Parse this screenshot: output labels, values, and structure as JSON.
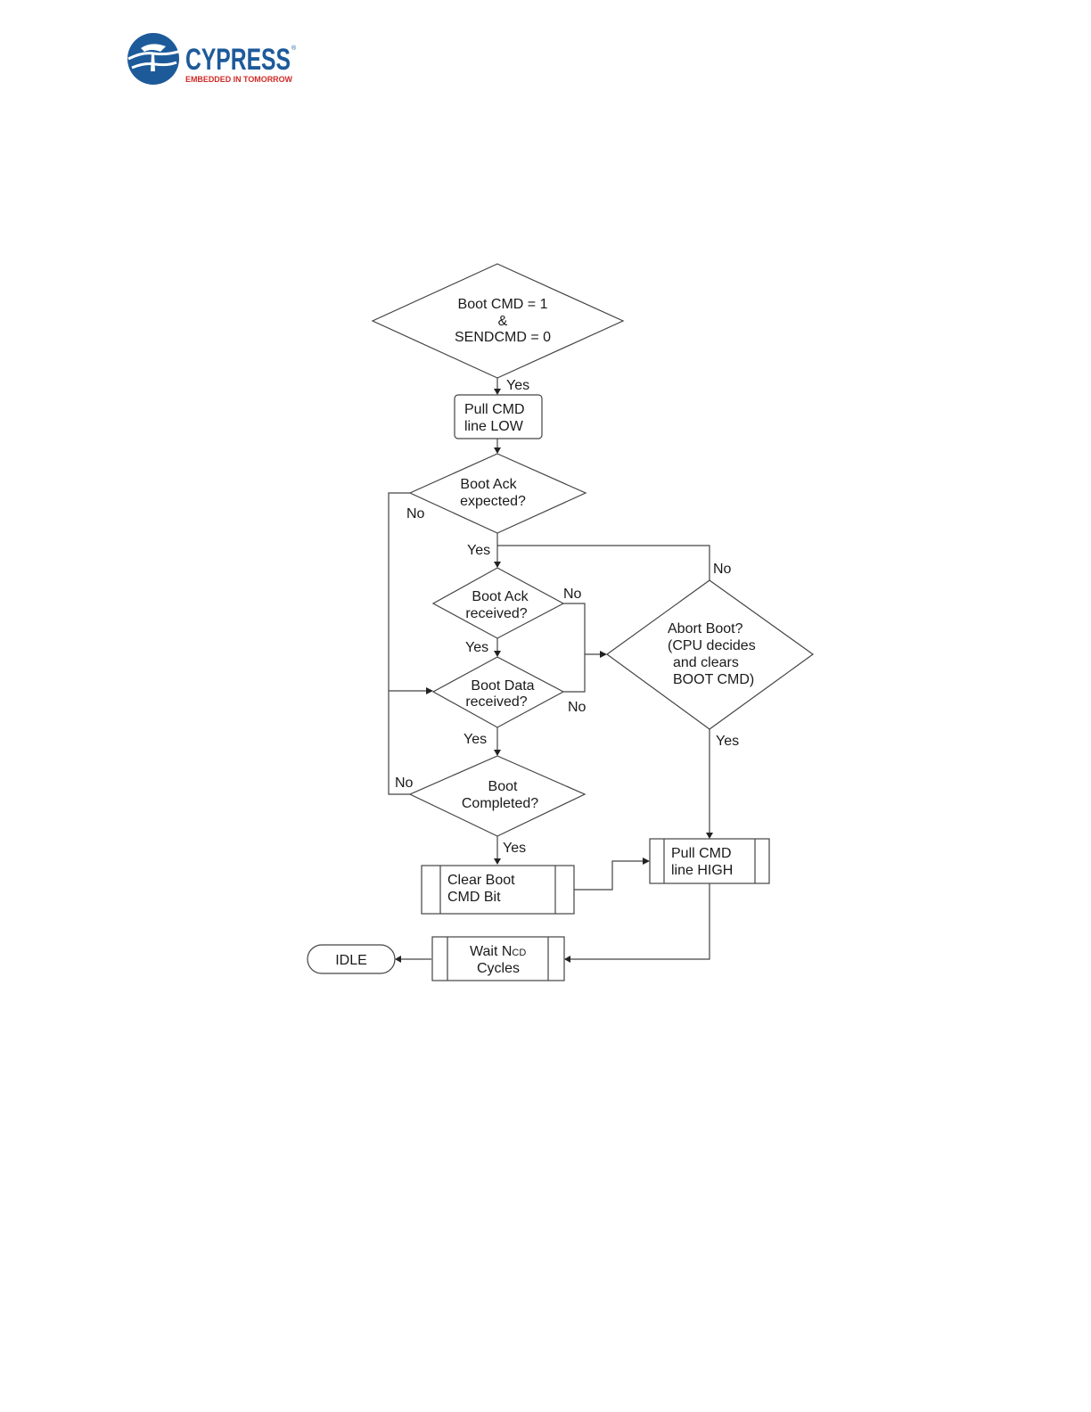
{
  "brand": {
    "name": "CYPRESS",
    "tagline": "EMBEDDED IN TOMORROW",
    "mark": "®",
    "color_blue": "#1d5a9a",
    "color_red": "#d02a27"
  },
  "flowchart": {
    "start": {
      "line1": "Boot CMD = 1",
      "line2": "&",
      "line3": "SENDCMD = 0"
    },
    "pull_low": {
      "line1": "Pull CMD",
      "line2": "line LOW"
    },
    "ack_expected": {
      "line1": "Boot Ack",
      "line2": "expected?"
    },
    "ack_received": {
      "line1": "Boot Ack",
      "line2": "received?"
    },
    "data_received": {
      "line1": "Boot Data",
      "line2": "received?"
    },
    "boot_completed": {
      "line1": "Boot",
      "line2": "Completed?"
    },
    "abort_boot": {
      "line1": "Abort Boot?",
      "line2": "(CPU decides",
      "line3": "and clears",
      "line4": "BOOT CMD)"
    },
    "clear_boot": {
      "line1": "Clear Boot",
      "line2": "CMD Bit"
    },
    "pull_high": {
      "line1": "Pull CMD",
      "line2": "line HIGH"
    },
    "wait": {
      "line1": "Wait N",
      "sub": "CD",
      "line2": "Cycles"
    },
    "idle": "IDLE",
    "labels": {
      "yes": "Yes",
      "no": "No"
    }
  }
}
